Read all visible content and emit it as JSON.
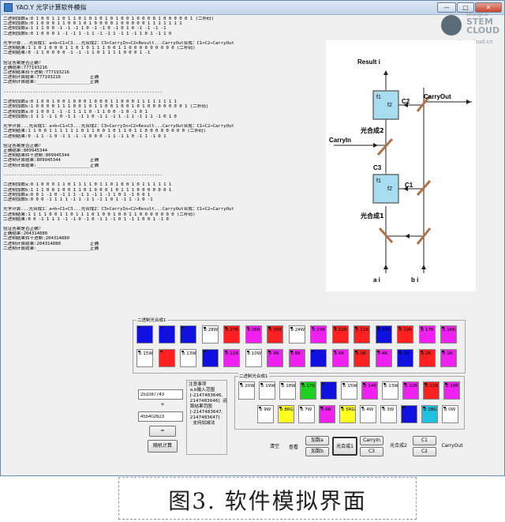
{
  "window": {
    "title": "YAO.Y 光学计算软件模拟",
    "buttons": [
      "—",
      "□",
      "✕"
    ]
  },
  "watermark": {
    "small": "Shanghai",
    "line1": "STEM",
    "line2": "CLOUD",
    "url": "www.stemcloud.cn"
  },
  "console_lines": [
    "二进制加数a:0 1 0 0 1 1 0 1 1 0 1 0 1 0 1 0 1 0 0 1 0 0 0 0 1 0 0 0 0 0 1 (二补码)",
    "二进制加数b:0 1 0 0 0 1 1 0 0 1 0 1 0 0 0 0 1 0 0 0 0 0 1 1 1 1 1 1 1",
    "二进制加数a:1 1 1 0 0 -1 -1 -1 1 0 -1 -1 0 -1 0 1 0 -1 -1 -1 -1",
    "二进制加数b:0 1 0 0 0 1 -1 -1 1 -1 1 -1 -1 1 -1 1 -1 1 0 1 -1 1 0",
    "",
    "光学计算...光合成1：a+b→C1+C3...光合成2：C3+CarryIn→C2+Result...CarryOut合成：C1+C2→CarryOut",
    "二进制结果:1 1 0 1 0 0 0 1 1 0 1 0 1 1 1 0 0 1 1 0 0 0 0 0 0 0 0 0 (二补码)",
    "二进制结果:0 -1 1 0 0 0 0 -1 -1 -1 1 0 1 1 1 1 0 0 0 1 -1",
    "",
    "验证答案是否正确？",
    "正确结果:777193216",
    "二进制结果转十进制:777193216",
    "二进制计算结果:777193216           正确",
    "二进制计算结果:____________________正确",
    "",
    "------------------------------------------------------------",
    "",
    "二进制加数a:0 1 0 0 1 0 0 1 0 0 0 1 0 0 0 1 1 0 0 0 1 1 1 1 1 1 1 1",
    "二进制加数b:1 0 0 0 0 1 1 1 0 0 1 0 1 1 0 0 1 0 0 1 0 1 0 0 0 0 0 0 0 1 (二补码)",
    "二进制加数a:0 1 0 0 1 -1 -1 1 1 1 0 -1 1 0 0 -1 0 -1 0 1",
    "二进制加数b:1 1 1 -1 1 0 -1 1 -1 1 0 -1 1 -1 1 -1 1 -1 1 1 -1 0 1 0",
    "",
    "光学计算...光合成1：a+b→C1+C3...光合成2：C3+CarryIn→C2+Result...CarryOut合成：C1+C2→CarryOut",
    "二进制结果:1 1 0 0 1 1 1 1 1 1 0 1 1 0 0 1 0 1 1 0 1 1 0 0 0 0 0 0 0 0 (二补码)",
    "二进制结果:0 -1 1 -1 0 -1 1 -1 -1 0 0 0 -1 1 -1 1 0 -1 1 -1 0 1",
    "",
    "验证答案是否正确？",
    "正确结果:809945344",
    "二进制结果转十进制:809945344",
    "二进制计算结果:809945344           正确",
    "二进制计算结果:____________________正确",
    "",
    "------------------------------------------------------------",
    "",
    "二进制加数a:0 1 0 0 0 1 1 0 1 1 1 1 0 1 1 0 1 0 0 1 0 1 1 1 1 1 1",
    "二进制加数b:1 1 1 0 0 1 0 0 1 1 0 1 0 0 0 1 0 1 1 1 0 0 0 0 0 0 1",
    "二进制加数a:0 0 1 -1 0 -1 1 1 -1 1 -1 1 -1 1 0 1 -1 0 0 1",
    "二进制加数b:0 0 0 -1 1 1 1 -1 1 -1 1 -1 1 0 1 -1 1 -1 0 -1",
    "",
    "光学计算...光合成1：a+b→C1+C3...光合成2：C3+CarryIn→C2+Result...CarryOut合成：C1+C2→CarryOut",
    "二进制结果:1 1 1 1 0 0 1 1 0 1 1 1 0 1 0 0 1 0 0 1 1 0 0 0 0 0 0 0 (二补码)",
    "二进制结果:0 0 -1 1 1 1 -1 -1 0 -1 0 -1 1 -1 0 1 -1 1 0 0 1 -1 0",
    "",
    "验证答案是否正确？",
    "正确结果:204314880",
    "二进制结果转十进制:204314880",
    "二进制计算结果:204314880           正确",
    "二进制计算结果:____________________正确"
  ],
  "diagram": {
    "result_label": "Result i",
    "carry_out_label": "CarryOut",
    "carry_in_label": "CarryIn",
    "c1_label": "C1",
    "c2_label": "C2",
    "c3_label": "C3",
    "f1": "f1",
    "f2": "f2",
    "synth1_label": "光合成1",
    "synth2_label": "光合成2",
    "a_label": "a i",
    "b_label": "b i"
  },
  "group1": {
    "legend": "二进制光合成1",
    "row1": [
      {
        "label": "",
        "color": "#1010e0"
      },
      {
        "label": "",
        "color": "#1010e0"
      },
      {
        "label": "",
        "color": "#1010e0"
      },
      {
        "label": "b 28W",
        "color": "#ffffff"
      },
      {
        "label": "b 27R",
        "color": "#ff2020"
      },
      {
        "label": "b 26R",
        "color": "#f020f0"
      },
      {
        "label": "b 25R",
        "color": "#ff2020"
      },
      {
        "label": "b 24W",
        "color": "#ffffff"
      },
      {
        "label": "b 23R",
        "color": "#f020f0"
      },
      {
        "label": "b 22R",
        "color": "#ff2020"
      },
      {
        "label": "b 21R",
        "color": "#ff2020"
      },
      {
        "label": "b 20R",
        "color": "#1010e0"
      },
      {
        "label": "b 19R",
        "color": "#ff2020"
      },
      {
        "label": "b 17R",
        "color": "#f020f0"
      },
      {
        "label": "b 16R",
        "color": "#f020f0"
      }
    ],
    "row2": [
      {
        "label": "b 15W",
        "color": "#ffffff"
      },
      {
        "label": "",
        "color": "#ff2020"
      },
      {
        "label": "b 13W",
        "color": "#ffffff"
      },
      {
        "label": "",
        "color": "#1010e0"
      },
      {
        "label": "b 11R",
        "color": "#f020f0"
      },
      {
        "label": "b 10W",
        "color": "#ffffff"
      },
      {
        "label": "b 9R",
        "color": "#f020f0"
      },
      {
        "label": "b 8R",
        "color": "#f020f0"
      },
      {
        "label": "",
        "color": "#1010e0"
      },
      {
        "label": "b 6R",
        "color": "#f020f0"
      },
      {
        "label": "b 5R",
        "color": "#ff2020"
      },
      {
        "label": "b 4R",
        "color": "#f020f0"
      },
      {
        "label": "b 3R",
        "color": "#1010e0"
      },
      {
        "label": "b 2R",
        "color": "#ff2020"
      },
      {
        "label": "b 1R",
        "color": "#f020f0"
      }
    ]
  },
  "group2": {
    "legend": "二进制光合成1",
    "row1": [
      {
        "label": "b 20W",
        "color": "#ffffff"
      },
      {
        "label": "b 19W",
        "color": "#ffffff"
      },
      {
        "label": "b 18W",
        "color": "#ffffff"
      },
      {
        "label": "b 17G",
        "color": "#20d020"
      },
      {
        "label": "",
        "color": "#1010e0"
      },
      {
        "label": "b 15W",
        "color": "#ffffff"
      },
      {
        "label": "b 14R",
        "color": "#f020f0"
      },
      {
        "label": "b 13W",
        "color": "#ffffff"
      },
      {
        "label": "b 12R",
        "color": "#f020f0"
      },
      {
        "label": "b 11R",
        "color": "#ff2020"
      },
      {
        "label": "b 10R",
        "color": "#f020f0"
      }
    ],
    "row2": [
      {
        "label": "b 9W",
        "color": "#ffffff"
      },
      {
        "label": "b 8RG",
        "color": "#ffff20"
      },
      {
        "label": "b 7W",
        "color": "#ffffff"
      },
      {
        "label": "b 6R",
        "color": "#f020f0"
      },
      {
        "label": "b 5RG",
        "color": "#ffff20"
      },
      {
        "label": "b 4W",
        "color": "#ffffff"
      },
      {
        "label": "b 3W",
        "color": "#ffffff"
      },
      {
        "label": "",
        "color": "#1010e0"
      },
      {
        "label": "b 1BG",
        "color": "#20c0e0"
      },
      {
        "label": "b 0W",
        "color": "#ffffff"
      }
    ]
  },
  "inputs": {
    "a": "251087743",
    "plus": "+",
    "b": "455402623",
    "eq": "=",
    "random": "随机计算"
  },
  "notes": "注意事项\n a,b输入范围\n [-2147483646,\n 2147483646]  运\n 算结果范围\n [-2147483647,\n 2147483647]\n   支持加减法",
  "controls": {
    "clear": "清空",
    "view": "查看",
    "add_a": "加数a",
    "add_b": "加数b",
    "synth1": "光合成1",
    "carry_in": "CarryIn",
    "c3": "C3",
    "synth2": "光合成2",
    "c1": "C1",
    "c2": "C2",
    "carry_out": "CarryOut"
  },
  "caption": "图3. 软件模拟界面"
}
